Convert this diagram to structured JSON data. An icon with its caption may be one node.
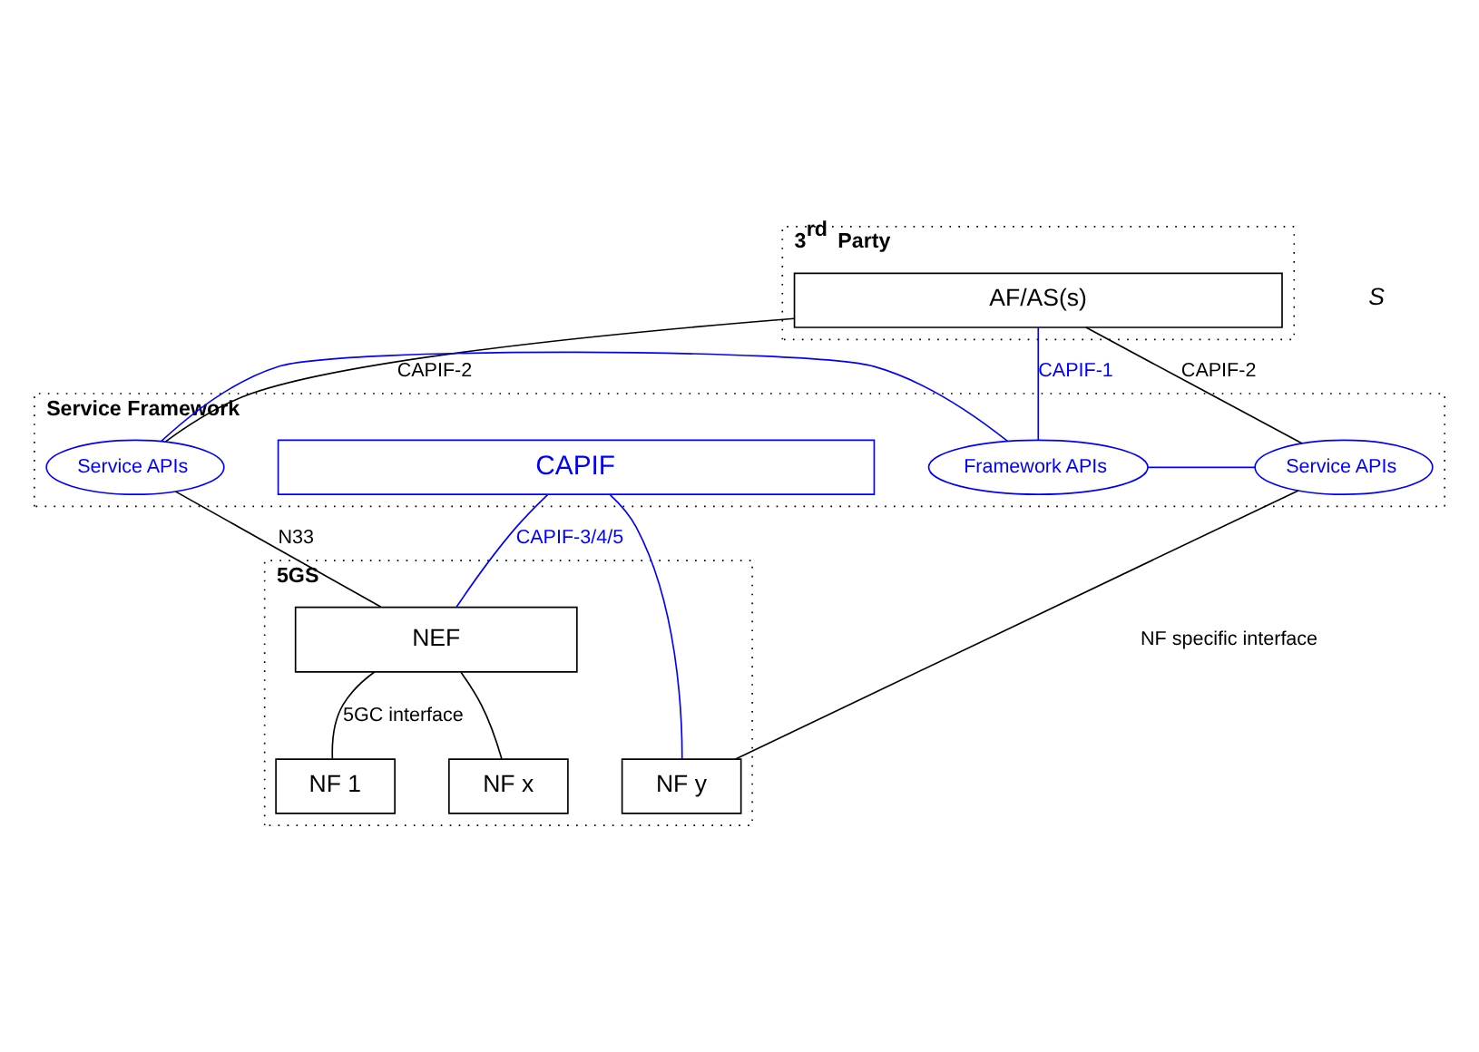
{
  "diagram": {
    "nodes": [
      {
        "text": [
          "3$^{rd}$ Party"
        ]
      },
      {
        "text": [
          "Service Framework"
        ]
      },
      {
        "text": [
          "5GS"
        ]
      },
      {
        "text": [
          "AF/AS(s)"
        ],
        "in": 0
      },
      {
        "text": [
          "Service APIs"
        ],
        "in": 1
      },
      {
        "text": [
          "Framework APIs"
        ],
        "in": 1
      },
      {
        "text": [
          "Service APIs"
        ],
        "in": 1
      },
      {
        "text": [
          "CAPIF"
        ],
        "in": 1
      },
      {
        "text": [
          "NEF"
        ],
        "in": 2
      },
      {
        "text": [
          "NF 1"
        ],
        "in": 2
      },
      {
        "text": [
          "NF x"
        ],
        "in": 2
      },
      {
        "text": [
          "NF y"
        ],
        "in": 2
      }
    ],
    "edges": [
      {
        "from": 3,
        "to": 4,
        "arrow": "none",
        "label": "CAPIF-2"
      },
      {
        "from": 3,
        "to": 5,
        "arrow": "none",
        "label": "CAPIF-1",
        "color": "#0000ff"
      },
      {
        "from": 3,
        "to": 6,
        "arrow": "none",
        "label": "CAPIF-2"
      },
      {
        "from": 4,
        "to": 5,
        "arrow": "none",
        "color": "#0000ff"
      },
      {
        "from": 5,
        "to": 6,
        "arrow": "none",
        "color": "#0000ff"
      },
      {
        "from": 4,
        "to": 8,
        "arrow": "none",
        "label": "N33"
      },
      {
        "from": 7,
        "to": 8,
        "arrow": "none",
        "label": "CAPIF-3/4/5",
        "color": "#0000ff"
      },
      {
        "from": 7,
        "to": 11,
        "arrow": "none",
        "color": "#0000ff"
      },
      {
        "from": 6,
        "to": 11,
        "arrow": "none",
        "label": "NF specific interface"
      },
      {
        "from": 8,
        "to": 9,
        "arrow": "none",
        "label": "5GC interface"
      },
      {
        "from": 8,
        "to": 10,
        "arrow": "none"
      }
    ],
    "labels": [
      "S"
    ]
  }
}
